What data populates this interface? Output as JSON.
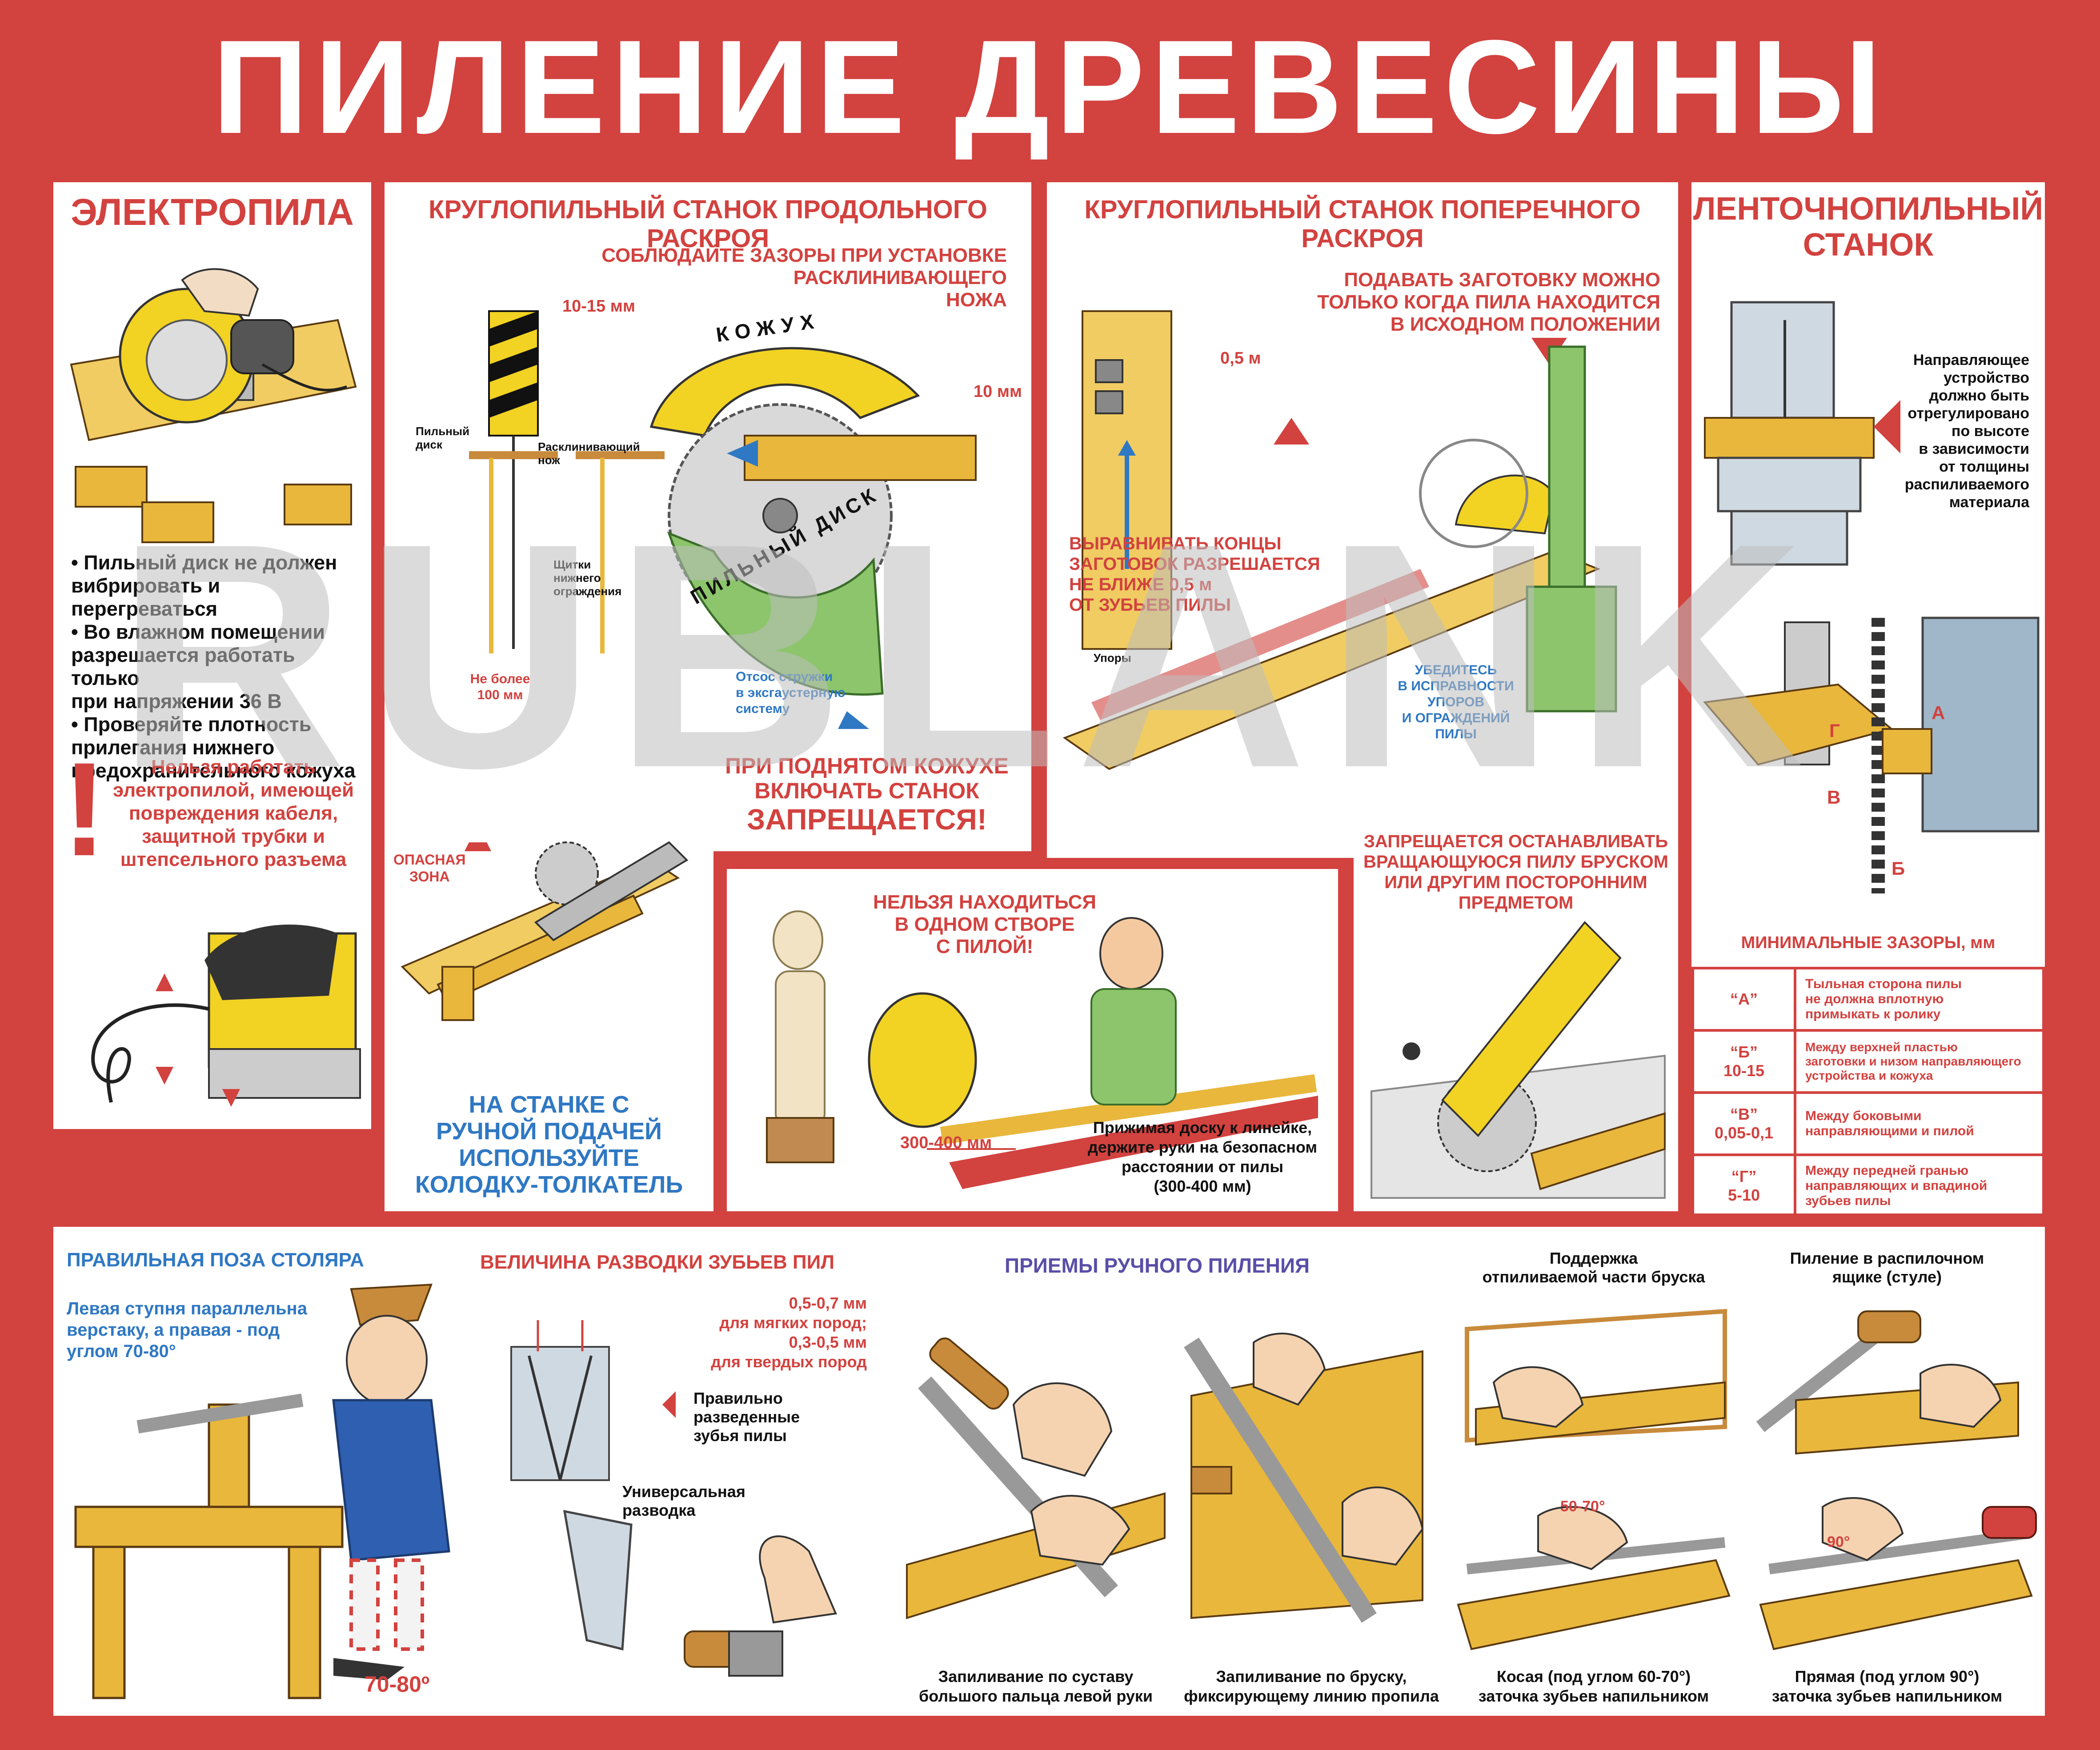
{
  "title": "ПИЛЕНИЕ ДРЕВЕСИНЫ",
  "watermark": "RUBLANK",
  "colors": {
    "accent": "#d2423f",
    "wood": "#e8b73c",
    "guard": "#f2d223",
    "machine": "#8cc56b",
    "blue": "#2f78c3"
  },
  "electrosaw": {
    "heading": "ЭЛЕКТРОПИЛА",
    "rules": [
      "• Пильный диск не должен",
      "вибрировать и перегреваться",
      "• Во влажном помещении",
      "разрешается работать только",
      "при напряжении 36 В",
      "• Проверяйте плотность",
      "прилегания нижнего",
      "предохранительного кожуха"
    ],
    "exclamation": "!",
    "warning": [
      "Нельзя работать",
      "электропилой, имеющей",
      "повреждения кабеля,",
      "защитной трубки и",
      "штепсельного разъема"
    ]
  },
  "rip_saw": {
    "heading": "КРУГЛОПИЛЬНЫЙ СТАНОК ПРОДОЛЬНОГО РАСКРОЯ",
    "gap_note": [
      "СОБЛЮДАЙТЕ ЗАЗОРЫ ПРИ УСТАНОВКЕ",
      "РАСКЛИНИВАЮЩЕГО",
      "НОЖА"
    ],
    "dim_10_15": "10-15 мм",
    "dim_10": "10 мм",
    "guard_label": "КОЖУХ",
    "disk_label": "ПИЛЬНЫЙ ДИСК",
    "label_disk": [
      "Пильный",
      "диск"
    ],
    "label_knife": [
      "Расклинивающий",
      "нож"
    ],
    "label_shields": [
      "Щитки",
      "нижнего",
      "ограждения"
    ],
    "dim_100": [
      "Не более",
      "100 мм"
    ],
    "chip_note": [
      "Отсос стружки",
      "в эксгаустерную",
      "систему"
    ],
    "warning": [
      "ПРИ ПОДНЯТОМ КОЖУХЕ",
      "ВКЛЮЧАТЬ СТАНОК"
    ],
    "forbidden": "ЗАПРЕЩАЕТСЯ!",
    "danger_zone": [
      "ОПАСНАЯ",
      "ЗОНА"
    ],
    "pusher": [
      "НА СТАНКЕ С",
      "РУЧНОЙ ПОДАЧЕЙ",
      "ИСПОЛЬЗУЙТЕ",
      "КОЛОДКУ-ТОЛКАТЕЛЬ"
    ]
  },
  "cross_saw": {
    "heading": "КРУГЛОПИЛЬНЫЙ СТАНОК ПОПЕРЕЧНОГО РАСКРОЯ",
    "feed_note": [
      "ПОДАВАТЬ ЗАГОТОВКУ МОЖНО",
      "ТОЛЬКО КОГДА ПИЛА НАХОДИТСЯ",
      "В ИСХОДНОМ ПОЛОЖЕНИИ"
    ],
    "dim_05": "0,5 м",
    "align_note": [
      "ВЫРАВНИВАТЬ КОНЦЫ",
      "ЗАГОТОВОК РАЗРЕШАЕТСЯ",
      "НЕ БЛИЖЕ 0,5 м",
      "ОТ ЗУБЬЕВ ПИЛЫ"
    ],
    "stops_label": "Упоры",
    "check_note": [
      "УБЕДИТЕСЬ",
      "В ИСПРАВНОСТИ",
      "УПОРОВ",
      "И ОГРАЖДЕНИЙ",
      "ПИЛЫ"
    ],
    "stop_note": [
      "ЗАПРЕЩАЕТСЯ ОСТАНАВЛИВАТЬ",
      "ВРАЩАЮЩУЮСЯ ПИЛУ БРУСКОМ",
      "ИЛИ ДРУГИМ ПОСТОРОННИМ",
      "ПРЕДМЕТОМ"
    ]
  },
  "stance": {
    "note": [
      "НЕЛЬЗЯ НАХОДИТЬСЯ",
      "В ОДНОМ СТВОРЕ",
      "С ПИЛОЙ!"
    ],
    "dim": "300-400 мм",
    "caption": [
      "Прижимая доску к линейке,",
      "держите руки на безопасном",
      "расстоянии от пилы",
      "(300-400 мм)"
    ]
  },
  "band_saw": {
    "heading": [
      "ЛЕНТОЧНОПИЛЬНЫЙ",
      "СТАНОК"
    ],
    "note": [
      "Направляющее",
      "устройство",
      "должно быть",
      "отрегулировано",
      "по высоте",
      "в зависимости",
      "от толщины",
      "распиливаемого",
      "материала"
    ],
    "letters": {
      "a": "А",
      "b": "Б",
      "v": "В",
      "g": "Г"
    },
    "gaps_heading": "МИНИМАЛЬНЫЕ ЗАЗОРЫ, мм",
    "gaps": [
      {
        "key": "“А”",
        "value": "",
        "text": [
          "Тыльная сторона пилы",
          "не должна вплотную",
          "примыкать к ролику"
        ]
      },
      {
        "key": "“Б”",
        "value": "10-15",
        "text": [
          "Между верхней пластью",
          "заготовки и низом направляющего",
          "устройства и кожуха"
        ]
      },
      {
        "key": "“В”",
        "value": "0,05-0,1",
        "text": [
          "Между боковыми",
          "направляющими и пилой"
        ]
      },
      {
        "key": "“Г”",
        "value": "5-10",
        "text": [
          "Между передней гранью",
          "направляющих и впадиной",
          "зубьев пилы"
        ]
      }
    ]
  },
  "bottom": {
    "posture_heading": "ПРАВИЛЬНАЯ ПОЗА СТОЛЯРА",
    "posture_text": [
      "Левая ступня параллельна",
      "верстаку, а правая - под",
      "углом 70-80°"
    ],
    "posture_angle": "70-80º",
    "set_heading": "ВЕЛИЧИНА РАЗВОДКИ ЗУБЬЕВ ПИЛ",
    "set_values": [
      "0,5-0,7 мм",
      "для мягких пород;",
      "0,3-0,5 мм",
      "для твердых пород"
    ],
    "set_correct": [
      "Правильно",
      "разведенные",
      "зубья пилы"
    ],
    "set_universal": [
      "Универсальная",
      "разводка"
    ],
    "hand_heading": "ПРИЕМЫ РУЧНОГО ПИЛЕНИЯ",
    "hand_cap1": [
      "Запиливание по суставу",
      "большого пальца левой руки"
    ],
    "hand_cap2": [
      "Запиливание по бруску,",
      "фиксирующему линию пропила"
    ],
    "support_heading": [
      "Поддержка",
      "отпиливаемой части бруска"
    ],
    "angle_5070": "50-70°",
    "support_caption": [
      "Косая (под углом 60-70°)",
      "заточка зубьев напильником"
    ],
    "box_heading": [
      "Пиление в распилочном",
      "ящике (стуле)"
    ],
    "angle_90": "90°",
    "box_caption": [
      "Прямая (под углом 90°)",
      "заточка зубьев напильником"
    ]
  }
}
